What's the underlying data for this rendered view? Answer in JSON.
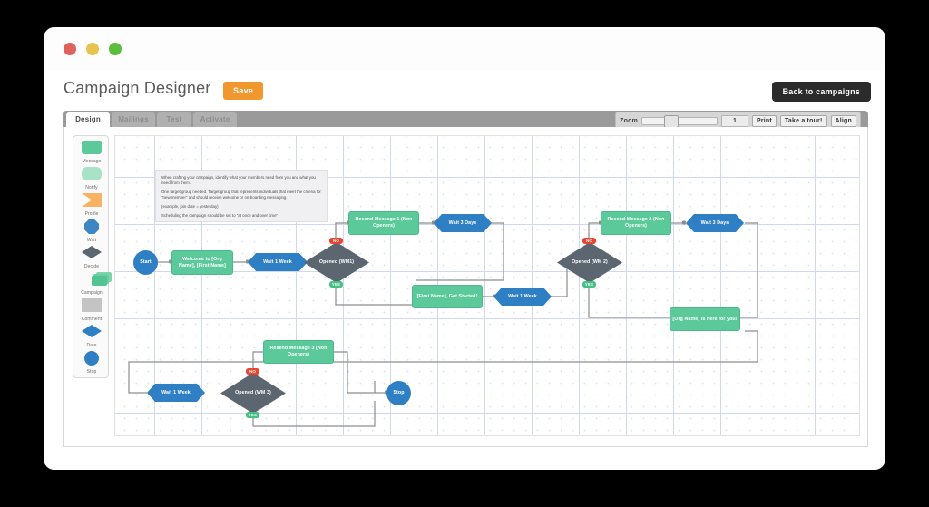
{
  "window": {
    "lights": [
      "close-red",
      "minimize-yellow",
      "maximize-green"
    ]
  },
  "header": {
    "title": "Campaign Designer",
    "save_label": "Save",
    "back_label": "Back to campaigns"
  },
  "tabs": [
    {
      "label": "Design",
      "active": true
    },
    {
      "label": "Mailings",
      "active": false
    },
    {
      "label": "Test",
      "active": false
    },
    {
      "label": "Activate",
      "active": false
    }
  ],
  "toolbar": {
    "zoom_label": "Zoom",
    "zoom_value": "1",
    "buttons": [
      "Print",
      "Take a tour!",
      "Align"
    ]
  },
  "palette": {
    "items": [
      {
        "label": "Message",
        "icon": "message-rect-icon"
      },
      {
        "label": "Notify",
        "icon": "notify-rounded-icon"
      },
      {
        "label": "Profile",
        "icon": "profile-bowtie-icon"
      },
      {
        "label": "Wait",
        "icon": "wait-octagon-icon"
      },
      {
        "label": "Decide",
        "icon": "decide-diamond-icon"
      },
      {
        "label": "Campaign",
        "icon": "campaign-stack-icon"
      },
      {
        "label": "Comment",
        "icon": "comment-rect-icon"
      },
      {
        "label": "Date",
        "icon": "date-diamond-icon"
      },
      {
        "label": "Stop",
        "icon": "stop-circle-icon"
      }
    ]
  },
  "canvas": {
    "comment": {
      "lines": [
        "When crafting your campaign, identify what your members need from you and what you need from them.",
        "One target group needed. Target group that represents individuals that meet the criteria for \"new member\" and should receive welcome or on-boarding messaging.",
        "(example, join date = yesterday)",
        "Scheduling the campaign should be set to \"at once and over time\""
      ]
    },
    "nodes": [
      {
        "id": "start",
        "label": "Start",
        "shape": "circle"
      },
      {
        "id": "welcome",
        "label": "Welcome to [Org Name], [First Name]",
        "shape": "rect"
      },
      {
        "id": "wait1",
        "label": "Wait 1 Week",
        "shape": "hex"
      },
      {
        "id": "wm1",
        "label": "Opened (WM1)",
        "shape": "diamond"
      },
      {
        "id": "resend1",
        "label": "Resend Message 1 (Non Openers)",
        "shape": "rect"
      },
      {
        "id": "wait3a",
        "label": "Wait 3 Days",
        "shape": "hex"
      },
      {
        "id": "getstart",
        "label": "[First Name], Get Started!",
        "shape": "rect"
      },
      {
        "id": "wait1b",
        "label": "Wait 1 Week",
        "shape": "hex"
      },
      {
        "id": "wm2",
        "label": "Opened (WM 2)",
        "shape": "diamond"
      },
      {
        "id": "resend2",
        "label": "Resend Message 2 (Non Openers)",
        "shape": "rect"
      },
      {
        "id": "wait3b",
        "label": "Wait 3 Days",
        "shape": "hex"
      },
      {
        "id": "herefor",
        "label": "[Org Name] is here for you!",
        "shape": "rect"
      },
      {
        "id": "wait1c",
        "label": "Wait 1 Week",
        "shape": "hex"
      },
      {
        "id": "wm3",
        "label": "Opened (WM 3)",
        "shape": "diamond"
      },
      {
        "id": "resend3",
        "label": "Resend Message 3 (Non Openers)",
        "shape": "rect"
      },
      {
        "id": "stop",
        "label": "Stop",
        "shape": "circle"
      }
    ],
    "badges": {
      "no": "NO",
      "yes": "YES"
    }
  },
  "colors": {
    "message_green": "#5cc99a",
    "wait_blue": "#2f7fc4",
    "decide_gray": "#5b6670",
    "badge_no_red": "#e8442e",
    "badge_yes_green": "#46bf84",
    "save_orange": "#f0982d",
    "back_black": "#2b2b2b"
  }
}
